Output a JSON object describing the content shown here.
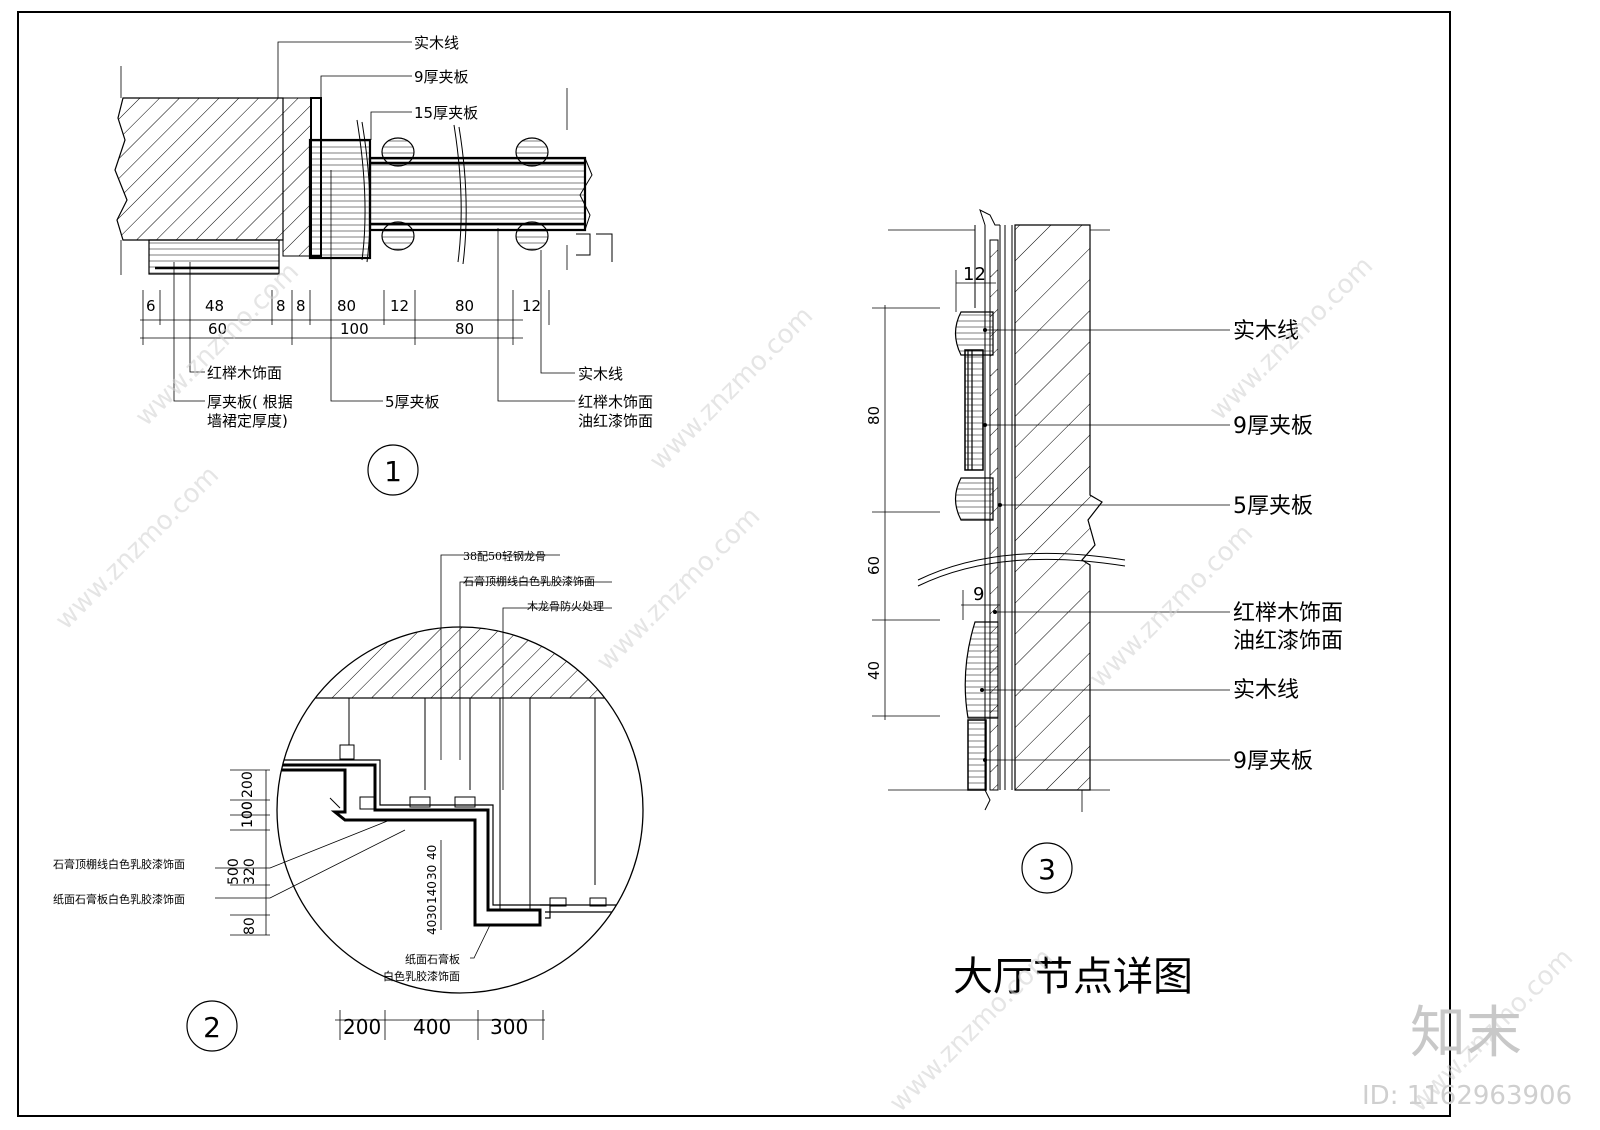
{
  "drawing_title": "大厅节点详图",
  "detail1": {
    "number": "1",
    "top_labels": [
      "实木线",
      "9厚夹板",
      "15厚夹板"
    ],
    "dims_row1": [
      "6",
      "48",
      "8",
      "8",
      "80",
      "12",
      "80",
      "12"
    ],
    "dims_row2": [
      "60",
      "100",
      "80"
    ],
    "bottom_labels": {
      "l1": "红榉木饰面",
      "l2a": "厚夹板( 根据",
      "l2b": "墙裙定厚度)",
      "l3": "5厚夹板",
      "l4": "实木线",
      "l5a": "红榉木饰面",
      "l5b": "油红漆饰面"
    }
  },
  "detail2": {
    "number": "2",
    "top_labels": [
      "38配50轻钢龙骨",
      "石膏顶棚线白色乳胶漆饰面",
      "木龙骨防火处理"
    ],
    "left_labels": [
      "石膏顶棚线白色乳胶漆饰面",
      "纸面石膏板白色乳胶漆饰面"
    ],
    "bottom_label_a": "纸面石膏板",
    "bottom_label_b": "白色乳胶漆饰面",
    "left_dims": [
      "200",
      "100",
      "100",
      "500",
      "320",
      "80"
    ],
    "inner_dims": [
      "40",
      "30",
      "140",
      "30",
      "40"
    ],
    "bottom_dims": [
      "200",
      "400",
      "300"
    ]
  },
  "detail3": {
    "number": "3",
    "labels": [
      "实木线",
      "9厚夹板",
      "5厚夹板",
      "红榉木饰面",
      "油红漆饰面",
      "实木线",
      "9厚夹板"
    ],
    "top_dim": "12",
    "mid_dim": "9",
    "vertical_dims": [
      "80",
      "60",
      "40"
    ]
  },
  "watermark": {
    "text": "www.znzmo.com",
    "brand": "知末",
    "id_text": "ID: 1162963906"
  }
}
